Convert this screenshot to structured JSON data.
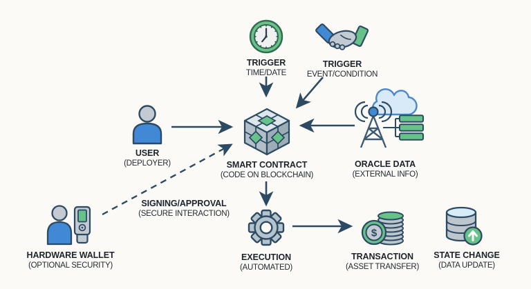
{
  "colors": {
    "background": "#fbfaf6",
    "outline_navy": "#2d4a63",
    "arrow": "#2d4a63",
    "green": "#66c289",
    "green_dark": "#2c6e4f",
    "blue": "#4189d4",
    "gray_fill": "#c3cad1",
    "cloud_fill": "#d8eaf8",
    "cloud_stroke": "#4c88c9",
    "text": "#1d232c"
  },
  "icons": {
    "dollar_sign": "$"
  },
  "nodes": {
    "trigger_time": {
      "title": "TRIGGER",
      "subtitle": "TIME/DATE"
    },
    "trigger_event": {
      "title": "TRIGGER",
      "subtitle": "EVENT/CONDITION"
    },
    "user": {
      "title": "USER",
      "subtitle": "(DEPLOYER)"
    },
    "smart_contract": {
      "title": "SMART CONTRACT",
      "subtitle": "(CODE ON BLOCKCHAIN)"
    },
    "oracle_data": {
      "title": "ORACLE DATA",
      "subtitle": "(EXTERNAL INFO)"
    },
    "hardware_wallet": {
      "title": "HARDWARE WALLET",
      "subtitle": "(OPTIONAL SECURITY)"
    },
    "signing": {
      "title": "SIGNING/APPROVAL",
      "subtitle": "(SECURE INTERACTION)"
    },
    "execution": {
      "title": "EXECUTION",
      "subtitle": "(AUTOMATED)"
    },
    "transaction": {
      "title": "TRANSACTION",
      "subtitle": "(ASSET TRANSFER)"
    },
    "state_change": {
      "title": "STATE CHANGE",
      "subtitle": "(DATA UPDATE)"
    }
  },
  "edges": [
    {
      "from": "trigger_time",
      "to": "smart_contract",
      "style": "solid"
    },
    {
      "from": "trigger_event",
      "to": "smart_contract",
      "style": "solid"
    },
    {
      "from": "user",
      "to": "smart_contract",
      "style": "solid"
    },
    {
      "from": "oracle_data",
      "to": "smart_contract",
      "style": "solid"
    },
    {
      "from": "smart_contract",
      "to": "execution",
      "style": "solid"
    },
    {
      "from": "execution",
      "to": "transaction",
      "style": "solid"
    },
    {
      "from": "hardware_wallet",
      "to": "smart_contract",
      "style": "dashed",
      "label": "signing"
    }
  ]
}
